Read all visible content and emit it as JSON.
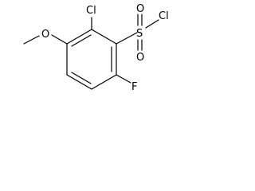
{
  "molecule": {
    "substituent_labels": {
      "sulfonyl_chloride_cl": "Cl",
      "sulfonyl_oxygen_top": "O",
      "sulfonyl_oxygen_bottom": "O",
      "sulfur": "S",
      "ring_chlorine": "Cl",
      "methoxy_oxygen": "O",
      "fluorine": "F"
    }
  }
}
